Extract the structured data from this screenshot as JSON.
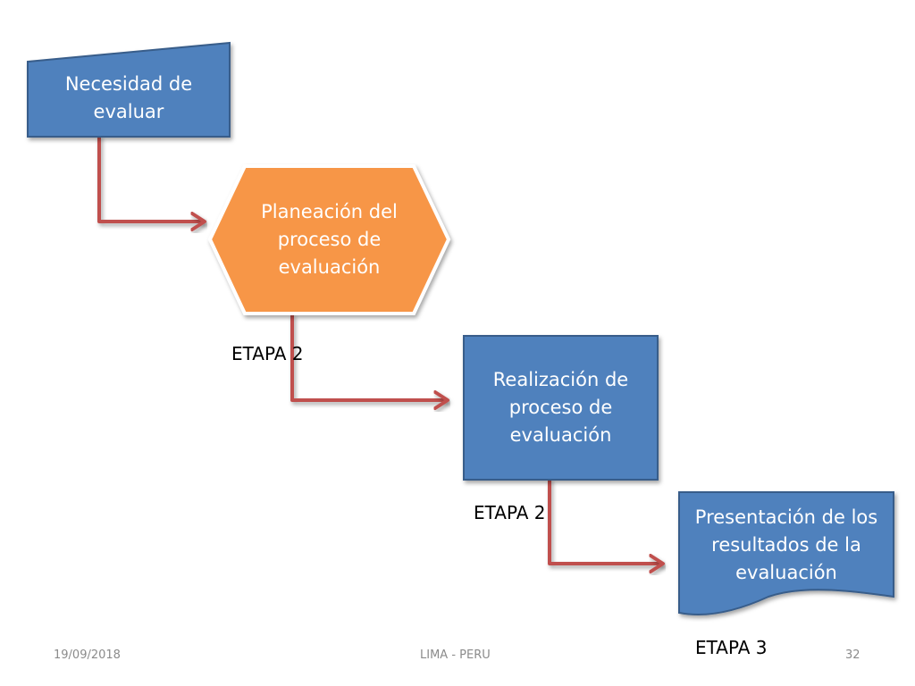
{
  "colors": {
    "blue_fill": "#4f81bd",
    "blue_border": "#385d8a",
    "orange_fill": "#f79646",
    "hex_border": "#ffffff",
    "connector": "#c0504d"
  },
  "nodes": {
    "necesidad": {
      "text": "Necesidad de\nevaluar",
      "shape": "manual-input"
    },
    "planeacion": {
      "text": "Planeación del\nproceso de\nevaluación",
      "shape": "hexagon"
    },
    "realizacion": {
      "text": "Realización de\nproceso de\nevaluación",
      "shape": "rectangle"
    },
    "presentacion": {
      "text": "Presentación de los\nresultados de la\nevaluación",
      "shape": "document"
    }
  },
  "stages": {
    "label_1": "ETAPA 2",
    "label_2": "ETAPA 2",
    "label_3": "ETAPA 3"
  },
  "footer": {
    "date": "19/09/2018",
    "location": "LIMA - PERU",
    "page_number": "32"
  }
}
